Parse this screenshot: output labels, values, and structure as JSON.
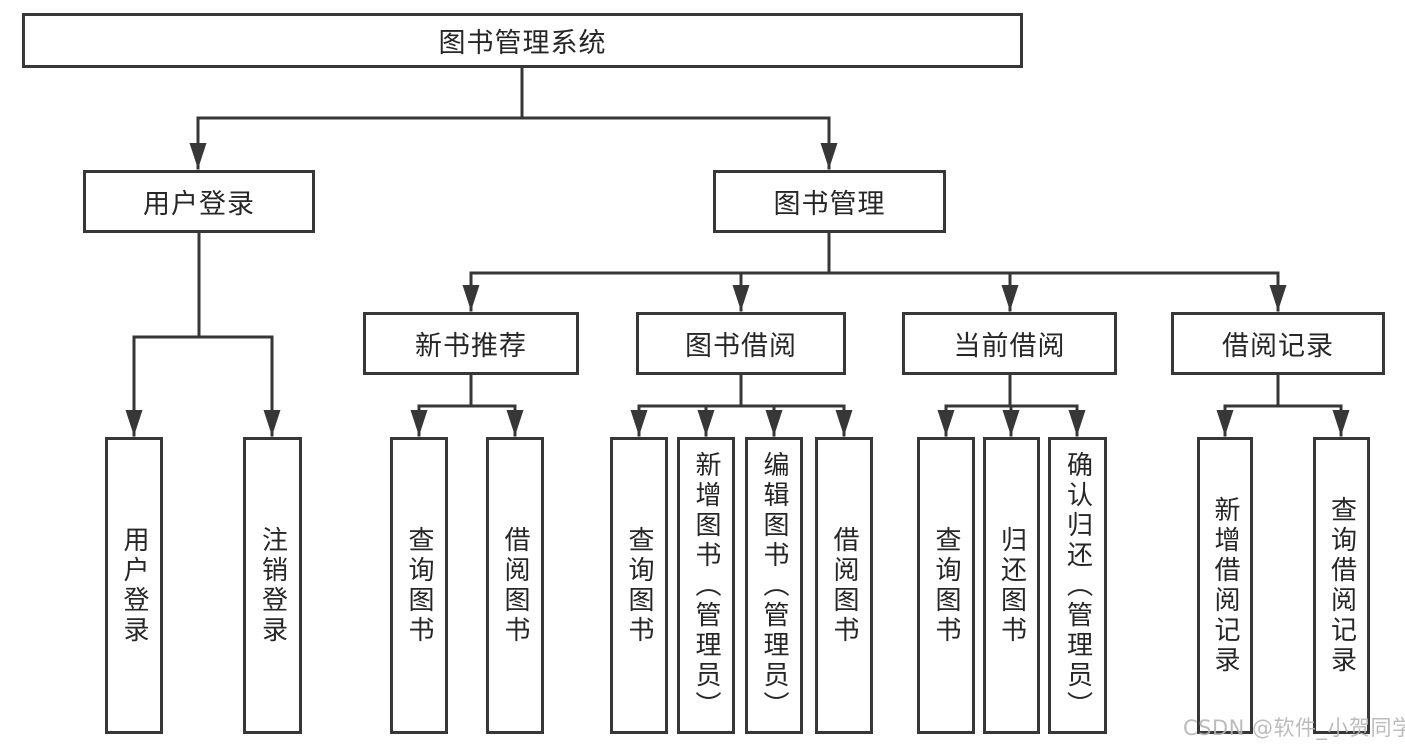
{
  "diagram_type": "hierarchical-tree",
  "colors": {
    "line": "#373737",
    "node_border": "#373737",
    "node_background": "#ffffff",
    "node_text": "#262626",
    "watermark_text": "#b5b5b5"
  },
  "tree": {
    "root": {
      "label": "图书管理系统",
      "children": [
        {
          "label": "用户登录",
          "children": [
            {
              "label": "用户登录"
            },
            {
              "label": "注销登录"
            }
          ]
        },
        {
          "label": "图书管理",
          "children": [
            {
              "label": "新书推荐",
              "children": [
                {
                  "label": "查询图书"
                },
                {
                  "label": "借阅图书"
                }
              ]
            },
            {
              "label": "图书借阅",
              "children": [
                {
                  "label": "查询图书"
                },
                {
                  "label": "新增图书（管理员）"
                },
                {
                  "label": "编辑图书（管理员）"
                },
                {
                  "label": "借阅图书"
                }
              ]
            },
            {
              "label": "当前借阅",
              "children": [
                {
                  "label": "查询图书"
                },
                {
                  "label": "归还图书"
                },
                {
                  "label": "确认归还（管理员）"
                }
              ]
            },
            {
              "label": "借阅记录",
              "children": [
                {
                  "label": "新增借阅记录"
                },
                {
                  "label": "查询借阅记录"
                }
              ]
            }
          ]
        }
      ]
    }
  },
  "watermark": {
    "text": "CSDN @软件_小贺同学"
  }
}
